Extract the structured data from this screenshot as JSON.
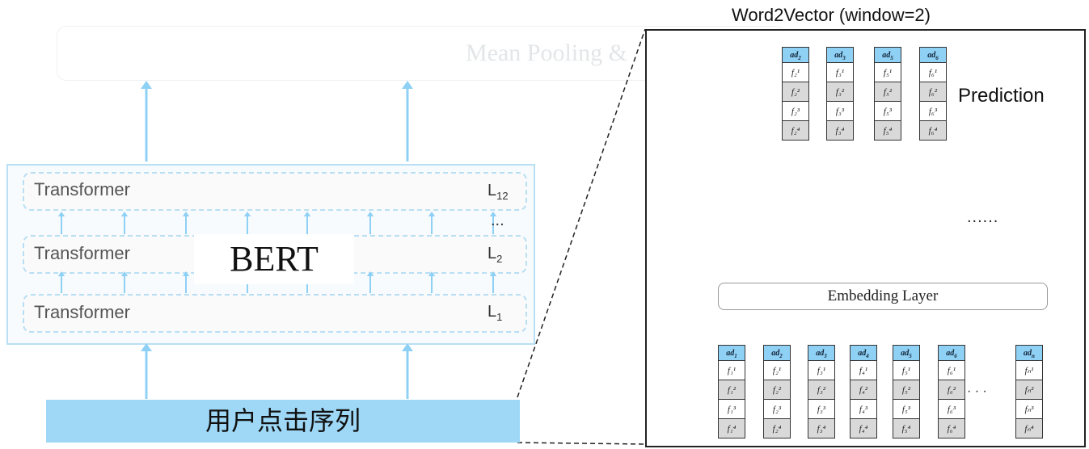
{
  "faded_pooling_label": "Mean Pooling &",
  "bert": {
    "transformers": [
      {
        "label": "Transformer",
        "layer": "L",
        "layer_sub": "12"
      },
      {
        "label": "Transformer",
        "layer": "L",
        "layer_sub": "2"
      },
      {
        "label": "Transformer",
        "layer": "L",
        "layer_sub": "1"
      }
    ],
    "ellipsis": "...",
    "title": "BERT"
  },
  "input_sequence_label": "用户点击序列",
  "word2vec": {
    "title": "Word2Vector (window=2)",
    "prediction_label": "Prediction",
    "embedding_layer_label": "Embedding Layer",
    "embedding_ellipsis": "......",
    "sequence_ellipsis": "· · ·",
    "prediction_ads": [
      {
        "head": "ad",
        "sub": "2",
        "features": [
          "f₂¹",
          "f₂²",
          "f₂³",
          "f₂⁴"
        ]
      },
      {
        "head": "ad",
        "sub": "3",
        "features": [
          "f₃¹",
          "f₃²",
          "f₃³",
          "f₃⁴"
        ]
      },
      {
        "head": "ad",
        "sub": "5",
        "features": [
          "f₅¹",
          "f₅²",
          "f₅³",
          "f₅⁴"
        ]
      },
      {
        "head": "ad",
        "sub": "6",
        "features": [
          "f₆¹",
          "f₆²",
          "f₆³",
          "f₆⁴"
        ]
      }
    ],
    "input_ads": [
      {
        "head": "ad",
        "sub": "1",
        "features": [
          "f₁¹",
          "f₁²",
          "f₁³",
          "f₁⁴"
        ]
      },
      {
        "head": "ad",
        "sub": "2",
        "features": [
          "f₂¹",
          "f₂²",
          "f₂³",
          "f₂⁴"
        ]
      },
      {
        "head": "ad",
        "sub": "3",
        "features": [
          "f₃¹",
          "f₃²",
          "f₃³",
          "f₃⁴"
        ]
      },
      {
        "head": "ad",
        "sub": "4",
        "features": [
          "f₄¹",
          "f₄²",
          "f₄³",
          "f₄⁴"
        ]
      },
      {
        "head": "ad",
        "sub": "5",
        "features": [
          "f₅¹",
          "f₅²",
          "f₅³",
          "f₅⁴"
        ]
      },
      {
        "head": "ad",
        "sub": "6",
        "features": [
          "f₆¹",
          "f₆²",
          "f₆³",
          "f₆⁴"
        ]
      },
      {
        "head": "ad",
        "sub": "n",
        "features": [
          "fₙ¹",
          "fₙ²",
          "fₙ³",
          "fₙ⁴"
        ]
      }
    ]
  },
  "icons": {
    "user": "person-icon"
  },
  "colors": {
    "accent_blue": "#9ed8f6",
    "embedding_blue": "#8fd0f5",
    "arrow_blue": "#8fd0f5"
  }
}
